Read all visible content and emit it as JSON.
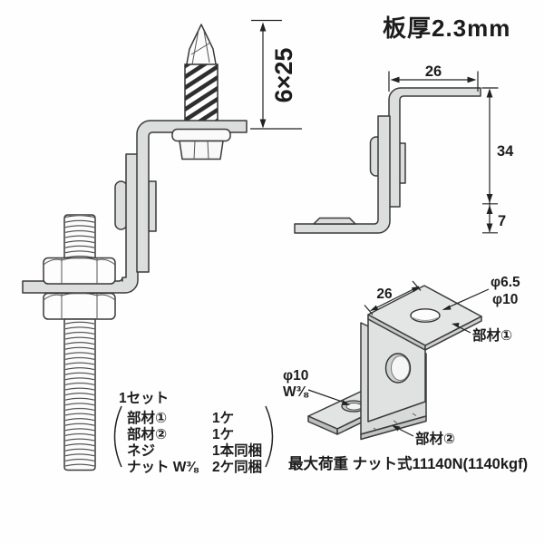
{
  "header": {
    "plate_thickness_label": "板厚2.3mm"
  },
  "front_view": {
    "screw_size_dim": "6×25"
  },
  "side_view": {
    "top_width_dim": "26",
    "height_dim": "34",
    "foot_height_dim": "7"
  },
  "iso_view": {
    "top_width_dim": "26",
    "top_hole_small_dia": "φ6.5",
    "top_hole_large_dia": "φ10",
    "part1_label": "部材①",
    "foot_hole_dia": "φ10",
    "foot_thread_size": "W⅜",
    "part2_label": "部材②"
  },
  "parts_list": {
    "set_label": "1セット",
    "rows": [
      {
        "name": "部材①",
        "qty": "1ケ"
      },
      {
        "name": "部材②",
        "qty": "1ケ"
      },
      {
        "name": "ネジ",
        "qty": "1本同梱"
      },
      {
        "name": "ナット W⅜",
        "qty": "2ケ同梱"
      }
    ]
  },
  "footer": {
    "max_load_label": "最大荷重 ナット式11140N(1140kgf)"
  },
  "colors": {
    "line": "#3a3a3a",
    "metal_fill": "#dcdddd",
    "dim_line": "#222222",
    "background": "#fefefe"
  }
}
